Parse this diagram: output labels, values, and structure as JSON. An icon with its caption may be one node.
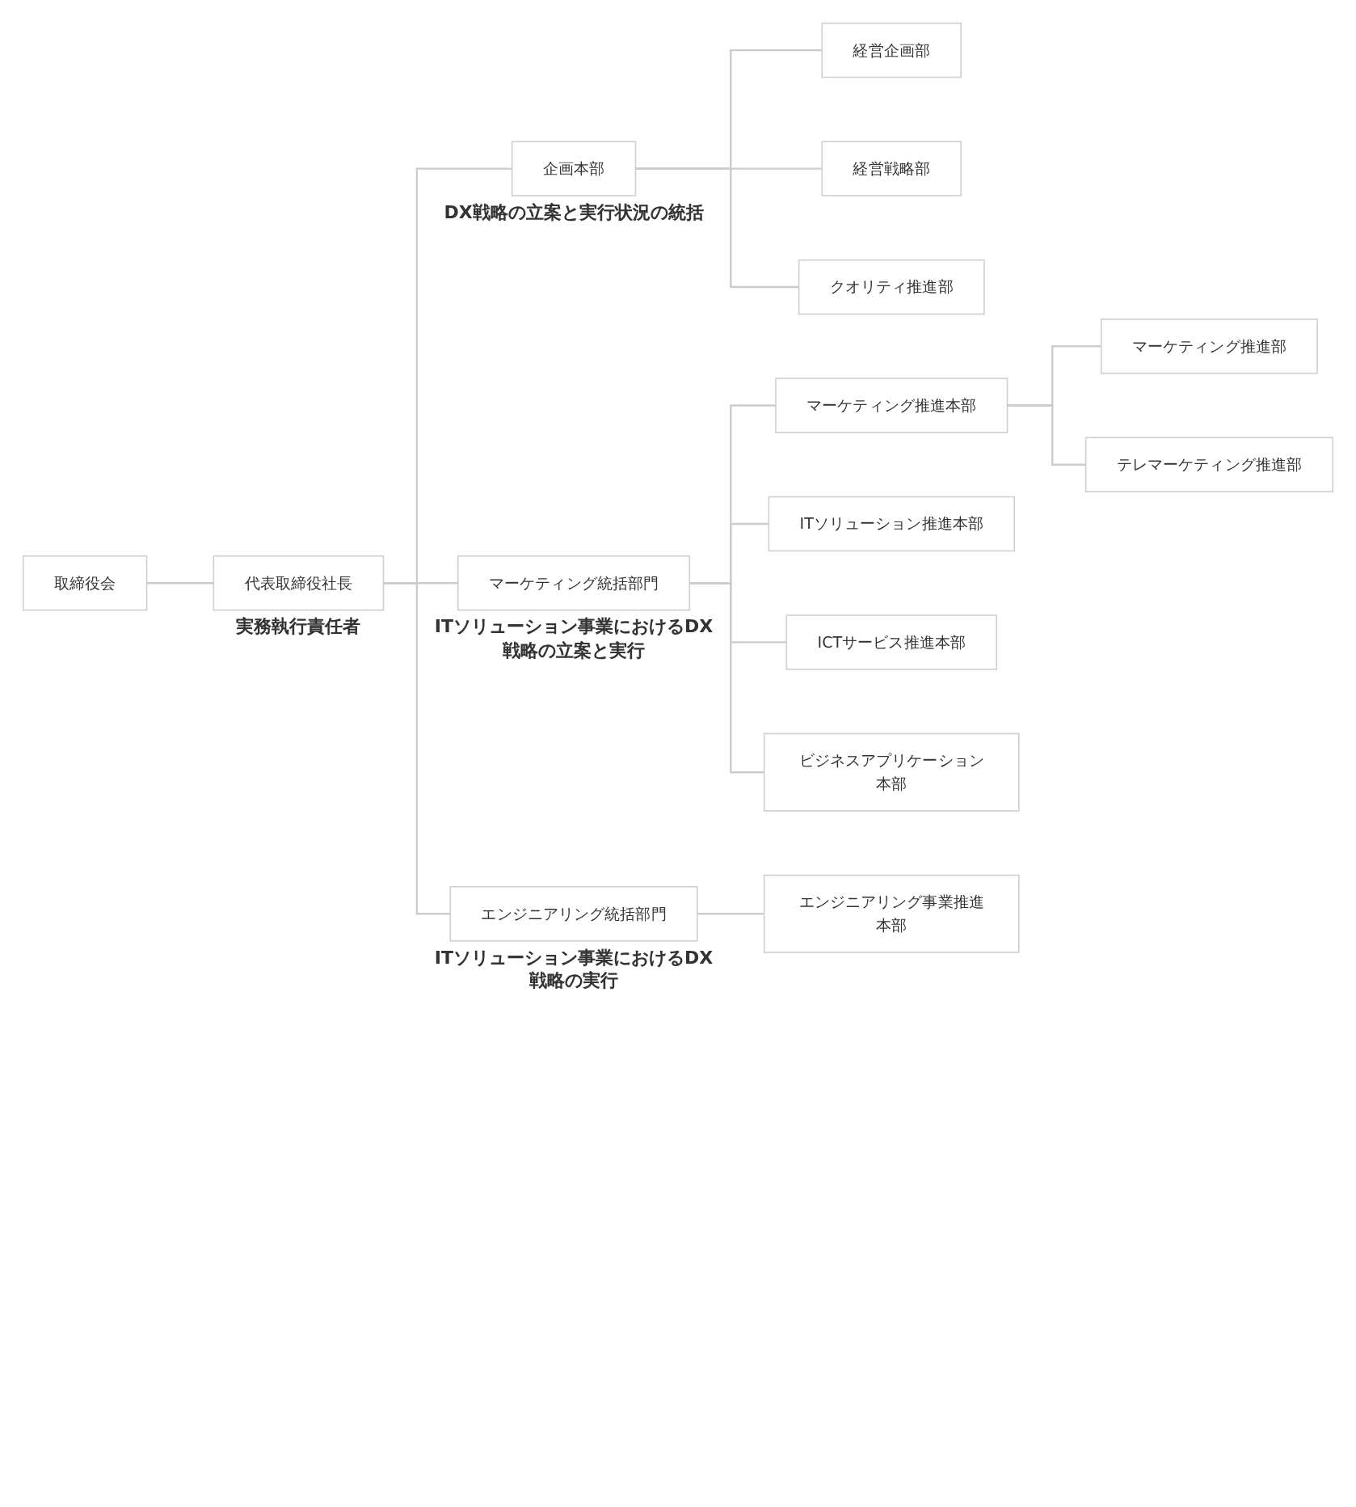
{
  "diagram": {
    "nodes": [
      {
        "text": [
          "取締役会"
        ]
      },
      {
        "text": [
          "代表取締役社長"
        ],
        "beside": [
          "実務執行責任者"
        ]
      },
      {
        "text": [
          "企画本部"
        ],
        "beside": [
          "DX戦略の立案と実行状況の統括"
        ]
      },
      {
        "text": [
          "経営企画部"
        ]
      },
      {
        "text": [
          "経営戦略部"
        ]
      },
      {
        "text": [
          "クオリティ推進部"
        ]
      },
      {
        "text": [
          "マーケティング統括部門"
        ],
        "beside": [
          "ITソリューション事業におけるDX戦略の立案と実行"
        ]
      },
      {
        "text": [
          "マーケティング推進本部"
        ]
      },
      {
        "text": [
          "マーケティング推進部"
        ]
      },
      {
        "text": [
          "テレマーケティング推進部"
        ]
      },
      {
        "text": [
          "ITソリューション推進本部"
        ]
      },
      {
        "text": [
          "ICTサービス推進本部"
        ]
      },
      {
        "text": [
          "ビジネスアプリケーション本部"
        ]
      },
      {
        "text": [
          "エンジニアリング統括部門"
        ],
        "beside": [
          "ITソリューション事業におけるDX戦略の実行"
        ]
      },
      {
        "text": [
          "エンジニアリング事業推進本部"
        ]
      }
    ],
    "edges": [
      {
        "from": 0,
        "to": 1,
        "arrow": "none"
      },
      {
        "from": 1,
        "to": 2,
        "arrow": "none"
      },
      {
        "from": 2,
        "to": 3,
        "arrow": "none"
      },
      {
        "from": 2,
        "to": 4,
        "arrow": "none"
      },
      {
        "from": 2,
        "to": 5,
        "arrow": "none"
      },
      {
        "from": 1,
        "to": 6,
        "arrow": "none"
      },
      {
        "from": 6,
        "to": 7,
        "arrow": "none"
      },
      {
        "from": 7,
        "to": 8,
        "arrow": "none"
      },
      {
        "from": 7,
        "to": 9,
        "arrow": "none"
      },
      {
        "from": 6,
        "to": 10,
        "arrow": "none"
      },
      {
        "from": 6,
        "to": 11,
        "arrow": "none"
      },
      {
        "from": 6,
        "to": 12,
        "arrow": "none"
      },
      {
        "from": 1,
        "to": 13,
        "arrow": "none"
      },
      {
        "from": 13,
        "to": 14,
        "arrow": "none"
      }
    ]
  }
}
